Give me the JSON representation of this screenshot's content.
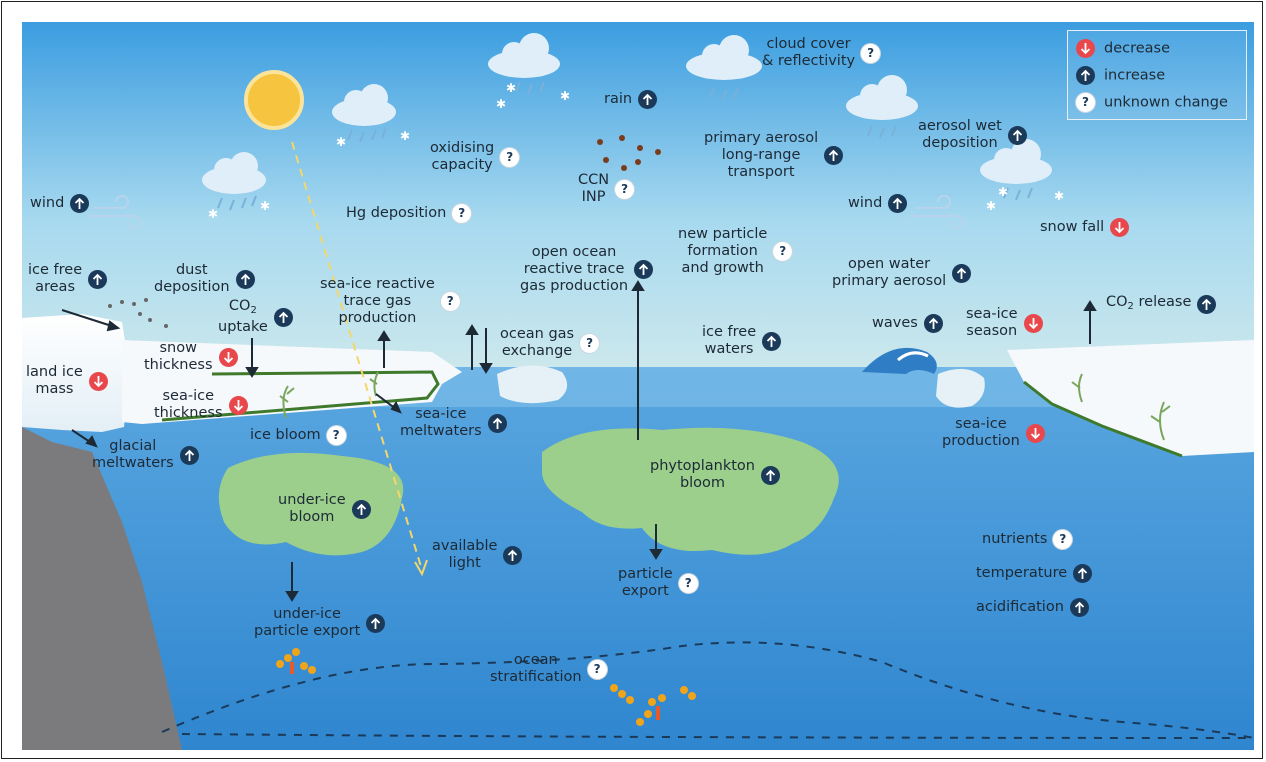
{
  "legend": {
    "decrease": "decrease",
    "increase": "increase",
    "unknown": "unknown change"
  },
  "labels": {
    "cloud_cover_1": "cloud cover",
    "cloud_cover_2": "& reflectivity",
    "rain": "rain",
    "oxidising_1": "oxidising",
    "oxidising_2": "capacity",
    "ccn": "CCN",
    "inp": "INP",
    "primary_aerosol_1": "primary aerosol",
    "primary_aerosol_2": "long-range",
    "primary_aerosol_3": "transport",
    "aerosol_wet_1": "aerosol wet",
    "aerosol_wet_2": "deposition",
    "wind_left": "wind",
    "wind_right": "wind",
    "hg_deposition": "Hg deposition",
    "new_particle_1": "new particle",
    "new_particle_2": "formation",
    "new_particle_3": "and growth",
    "snow_fall": "snow fall",
    "open_ocean_1": "open ocean",
    "open_ocean_2": "reactive trace",
    "open_ocean_3": "gas production",
    "open_water_1": "open water",
    "open_water_2": "primary aerosol",
    "ice_free_areas_1": "ice free",
    "ice_free_areas_2": "areas",
    "dust_1": "dust",
    "dust_2": "deposition",
    "co2_uptake_1": "CO",
    "co2_uptake_sub": "2",
    "co2_uptake_2": "uptake",
    "seaice_reactive_1": "sea-ice reactive",
    "seaice_reactive_2": "trace gas",
    "seaice_reactive_3": "production",
    "co2_release": "CO",
    "co2_release_sub": "2",
    "co2_release_2": " release",
    "waves": "waves",
    "seaice_season_1": "sea-ice",
    "seaice_season_2": "season",
    "ocean_gas_1": "ocean gas",
    "ocean_gas_2": "exchange",
    "ice_free_waters_1": "ice free",
    "ice_free_waters_2": "waters",
    "snow_thickness_1": "snow",
    "snow_thickness_2": "thickness",
    "land_ice_1": "land ice",
    "land_ice_2": "mass",
    "seaice_thickness_1": "sea-ice",
    "seaice_thickness_2": "thickness",
    "seaice_meltwaters_1": "sea-ice",
    "seaice_meltwaters_2": "meltwaters",
    "ice_bloom": "ice bloom",
    "glacial_1": "glacial",
    "glacial_2": "meltwaters",
    "seaice_production_1": "sea-ice",
    "seaice_production_2": "production",
    "phyto_1": "phytoplankton",
    "phyto_2": "bloom",
    "under_ice_bloom_1": "under-ice",
    "under_ice_bloom_2": "bloom",
    "available_light_1": "available",
    "available_light_2": "light",
    "nutrients": "nutrients",
    "temperature": "temperature",
    "acidification": "acidification",
    "particle_export_1": "particle",
    "particle_export_2": "export",
    "under_ice_export_1": "under-ice",
    "under_ice_export_2": "particle export",
    "stratification_1": "ocean",
    "stratification_2": "stratification"
  },
  "colors": {
    "increase": "#1b3a5a",
    "decrease": "#e8484c",
    "unknown": "#ffffff",
    "ocean": "#3f93d6",
    "sky_top": "#3a9ee0",
    "bloom": "#9ccf8c",
    "ice": "#eef5f9",
    "rock": "#7b7b7e"
  }
}
